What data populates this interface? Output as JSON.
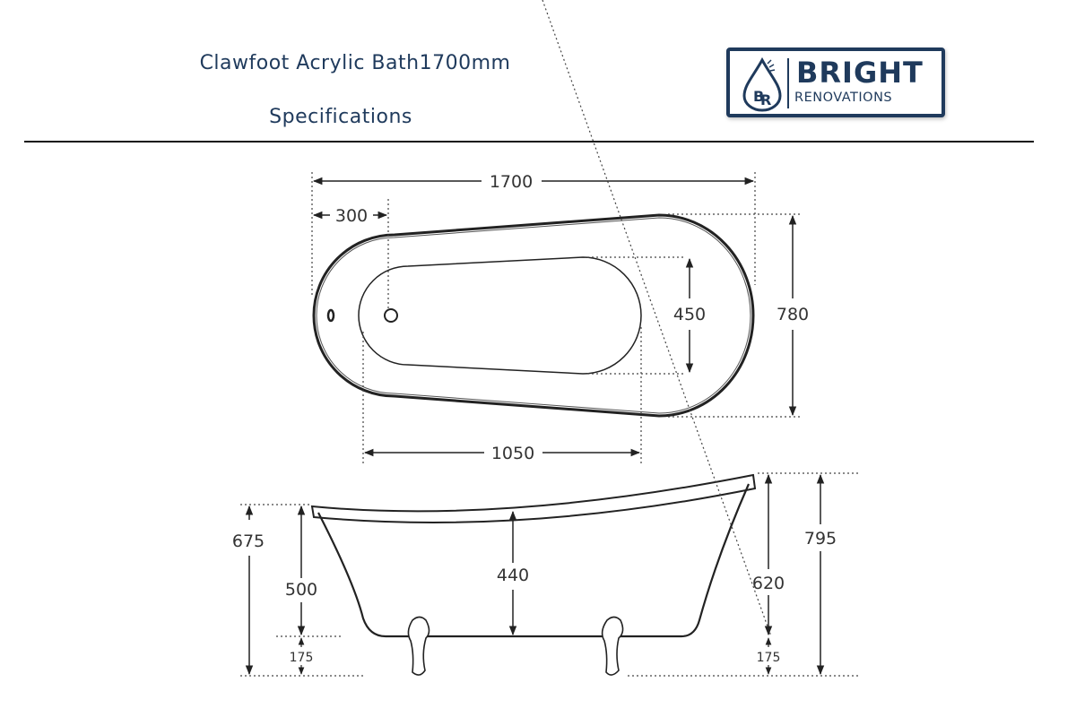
{
  "header": {
    "title": "Clawfoot Acrylic Bath1700mm",
    "subtitle": "Specifications"
  },
  "logo": {
    "line1": "BRIGHT",
    "line2": "RENOVATIONS",
    "monogram": "BR",
    "brand_color": "#1f3a5c"
  },
  "top_view": {
    "overall_length": "1700",
    "waste_offset": "300",
    "inner_width": "450",
    "overall_width": "780",
    "inner_length": "1050"
  },
  "side_view": {
    "left_total_height": "675",
    "left_body_height": "500",
    "left_foot_height": "175",
    "depth": "440",
    "right_body_height": "620",
    "right_total_height": "795",
    "right_foot_height": "175"
  }
}
